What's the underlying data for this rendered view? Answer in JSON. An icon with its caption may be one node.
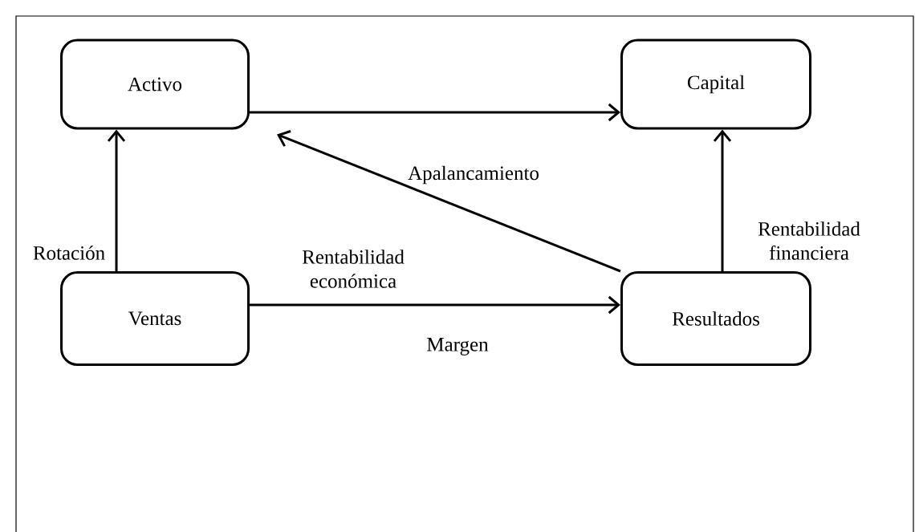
{
  "diagram": {
    "nodes": [
      {
        "text": [
          "Activo"
        ]
      },
      {
        "text": [
          "Capital"
        ]
      },
      {
        "text": [
          "Ventas"
        ]
      },
      {
        "text": [
          "Resultados"
        ]
      }
    ],
    "edges": [
      {
        "from": 0,
        "to": 1,
        "arrow": "to"
      },
      {
        "from": 2,
        "to": 0,
        "arrow": "to",
        "label": "Rotación"
      },
      {
        "from": 3,
        "to": 0,
        "arrow": "to"
      },
      {
        "from": 3,
        "to": 1,
        "arrow": "to",
        "label": "Rentabilidad financiera"
      },
      {
        "from": 2,
        "to": 3,
        "arrow": "to",
        "label": "Margen"
      }
    ],
    "labels": [
      "Apalancamiento",
      "Rentabilidad económica"
    ]
  }
}
